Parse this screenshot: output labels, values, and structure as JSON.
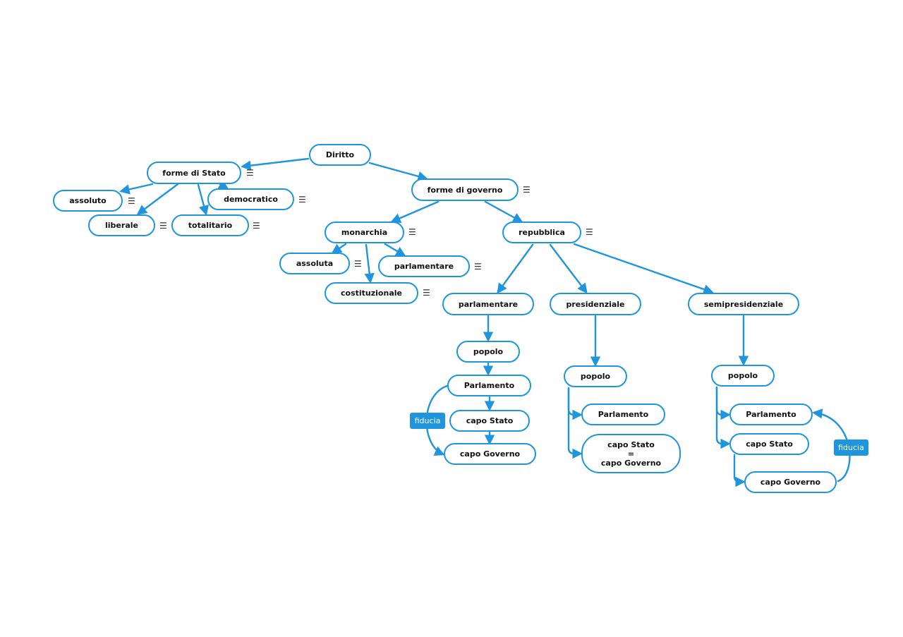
{
  "colors": {
    "accent": "#1f95dd",
    "background": "#ffffff",
    "text": "#111111"
  },
  "icons": {
    "menu": "menu-icon"
  },
  "nodes": {
    "diritto": "Diritto",
    "forme_stato": "forme di Stato",
    "democratico": "democratico",
    "assoluto": "assoluto",
    "liberale": "liberale",
    "totalitario": "totalitario",
    "forme_governo": "forme di governo",
    "monarchia": "monarchia",
    "repubblica": "repubblica",
    "assoluta": "assoluta",
    "parlamentare_mon": "parlamentare",
    "costituzionale": "costituzionale",
    "parlamentare_rep": "parlamentare",
    "presidenziale": "presidenziale",
    "semipresidenziale": "semipresidenziale",
    "popolo_1": "popolo",
    "parlamento_1": "Parlamento",
    "capo_stato_1": "capo Stato",
    "capo_governo_1": "capo Governo",
    "popolo_2": "popolo",
    "parlamento_2": "Parlamento",
    "capo_stato_governo_2": "capo Stato\n=\ncapo Governo",
    "popolo_3": "popolo",
    "parlamento_3": "Parlamento",
    "capo_stato_3": "capo Stato",
    "capo_governo_3": "capo Governo"
  },
  "labels": {
    "fiducia_1": "fiducia",
    "fiducia_2": "fiducia"
  }
}
